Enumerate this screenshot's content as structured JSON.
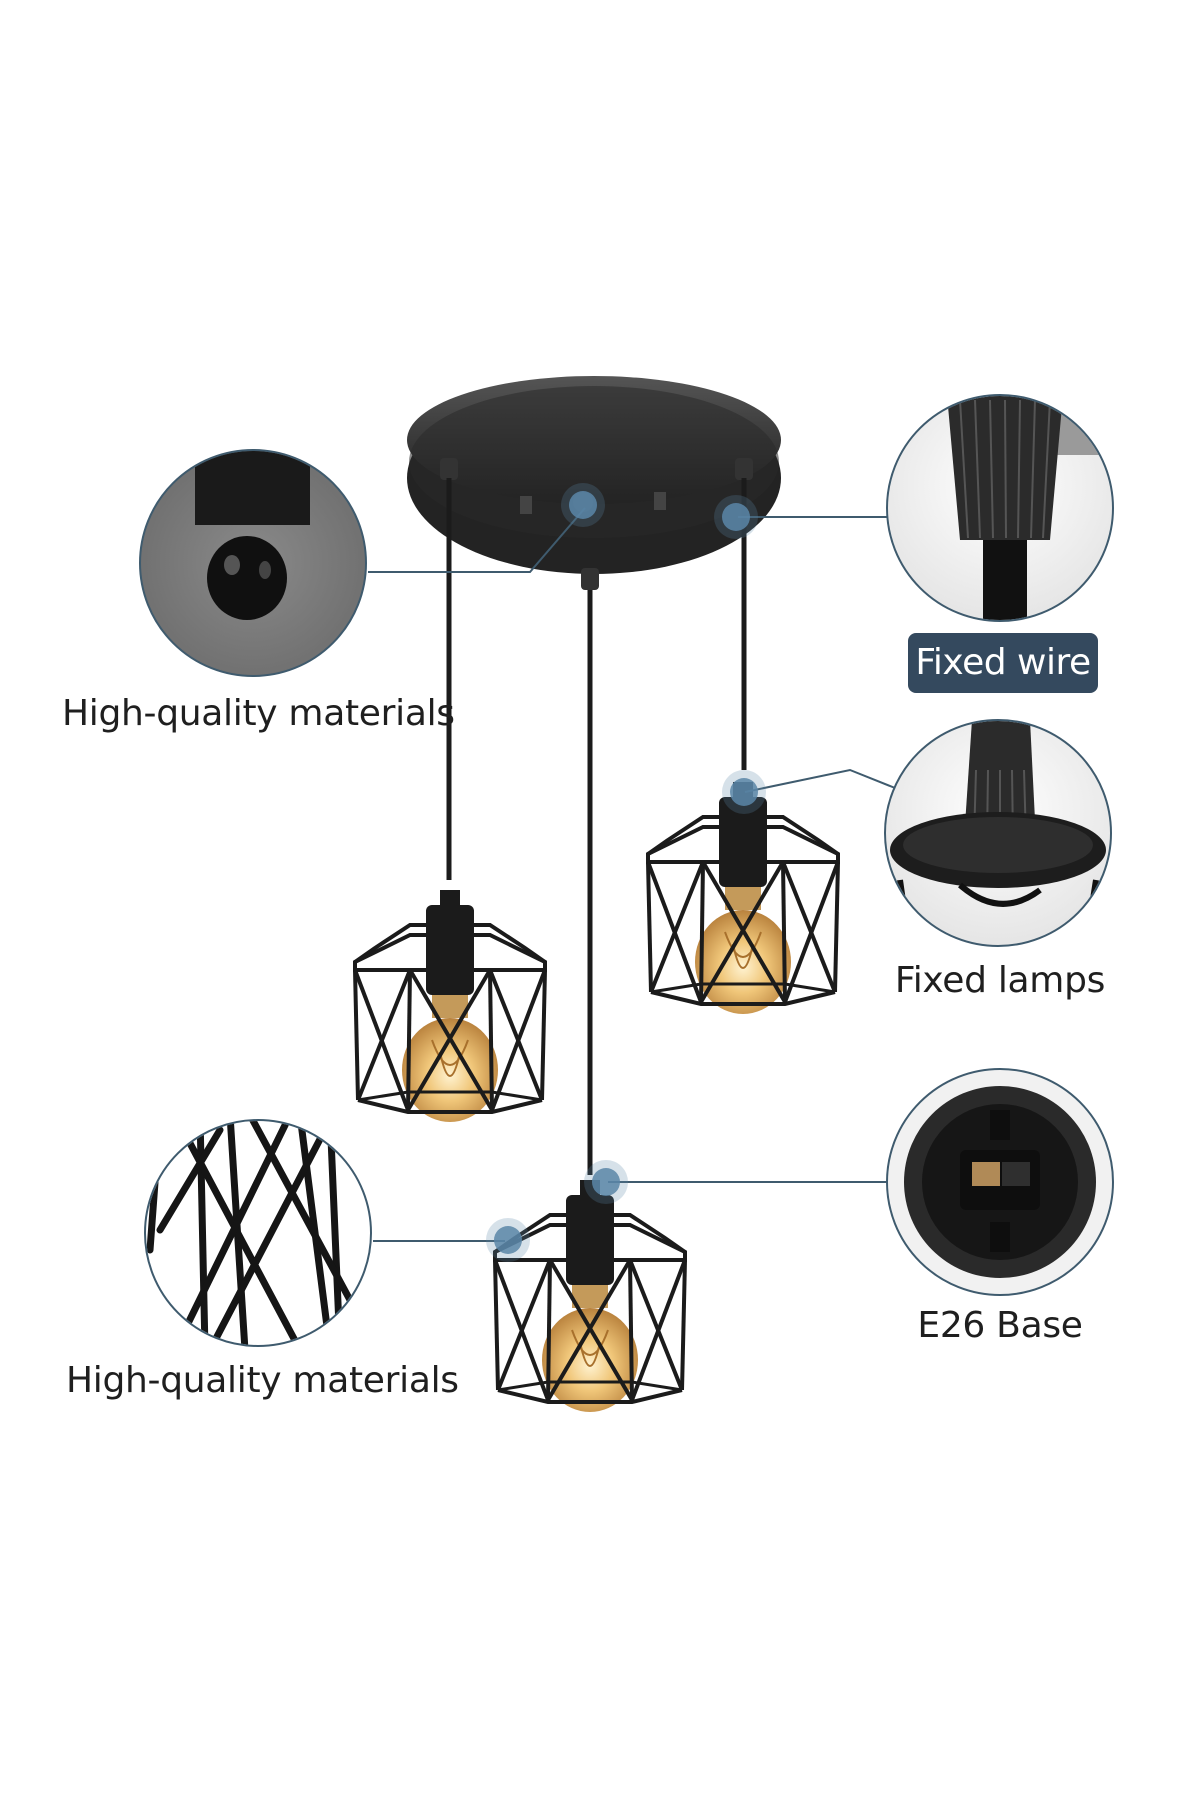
{
  "callouts": {
    "ceiling_ball": {
      "label": "High-quality materials"
    },
    "wire": {
      "label": "Fixed wire"
    },
    "lamp_holder": {
      "label": "Fixed lamps"
    },
    "cage": {
      "label": "High-quality materials"
    },
    "socket": {
      "label": "E26 Base"
    }
  },
  "colors": {
    "fixture": "#1b1b1b",
    "callout_line": "#3f5b6e",
    "marker": "#5b86a8",
    "pill": "#34495e",
    "bulb": "#e9b868"
  }
}
